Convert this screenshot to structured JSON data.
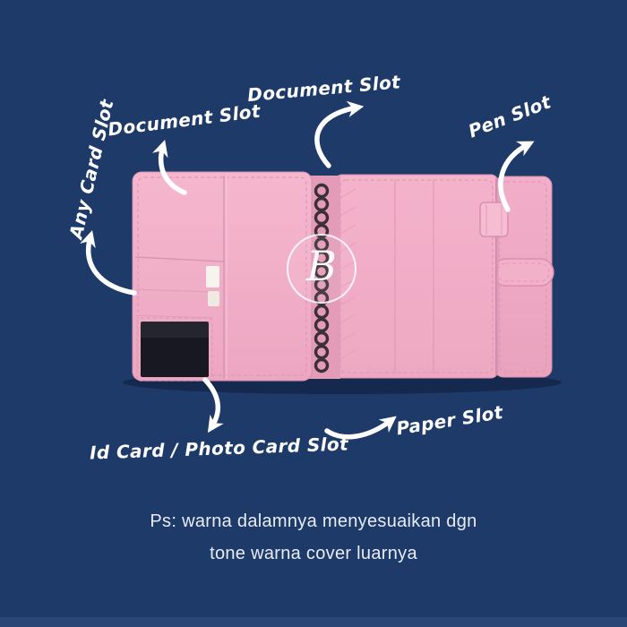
{
  "page": {
    "background": "#1d3a69",
    "caption_line1": "Ps: warna dalamnya menyesuaikan dgn",
    "caption_line2": "tone warna cover luarnya"
  },
  "labels": {
    "any_card_slot": "Any Card Slot",
    "document_slot_left": "Document Slot",
    "document_slot_center": "Document Slot",
    "pen_slot": "Pen Slot",
    "paper_slot": "Paper Slot",
    "id_card_slot": "Id Card / Photo Card Slot"
  },
  "binder": {
    "logo_letter": "B",
    "colors": {
      "cover_pink": "#f3b1ca",
      "gutter_pink": "#e49bb8",
      "seam_pink": "#d795b1",
      "id_window_dark": "#171821",
      "ring_dark": "#3b3036",
      "annotation_white": "#ffffff"
    }
  }
}
